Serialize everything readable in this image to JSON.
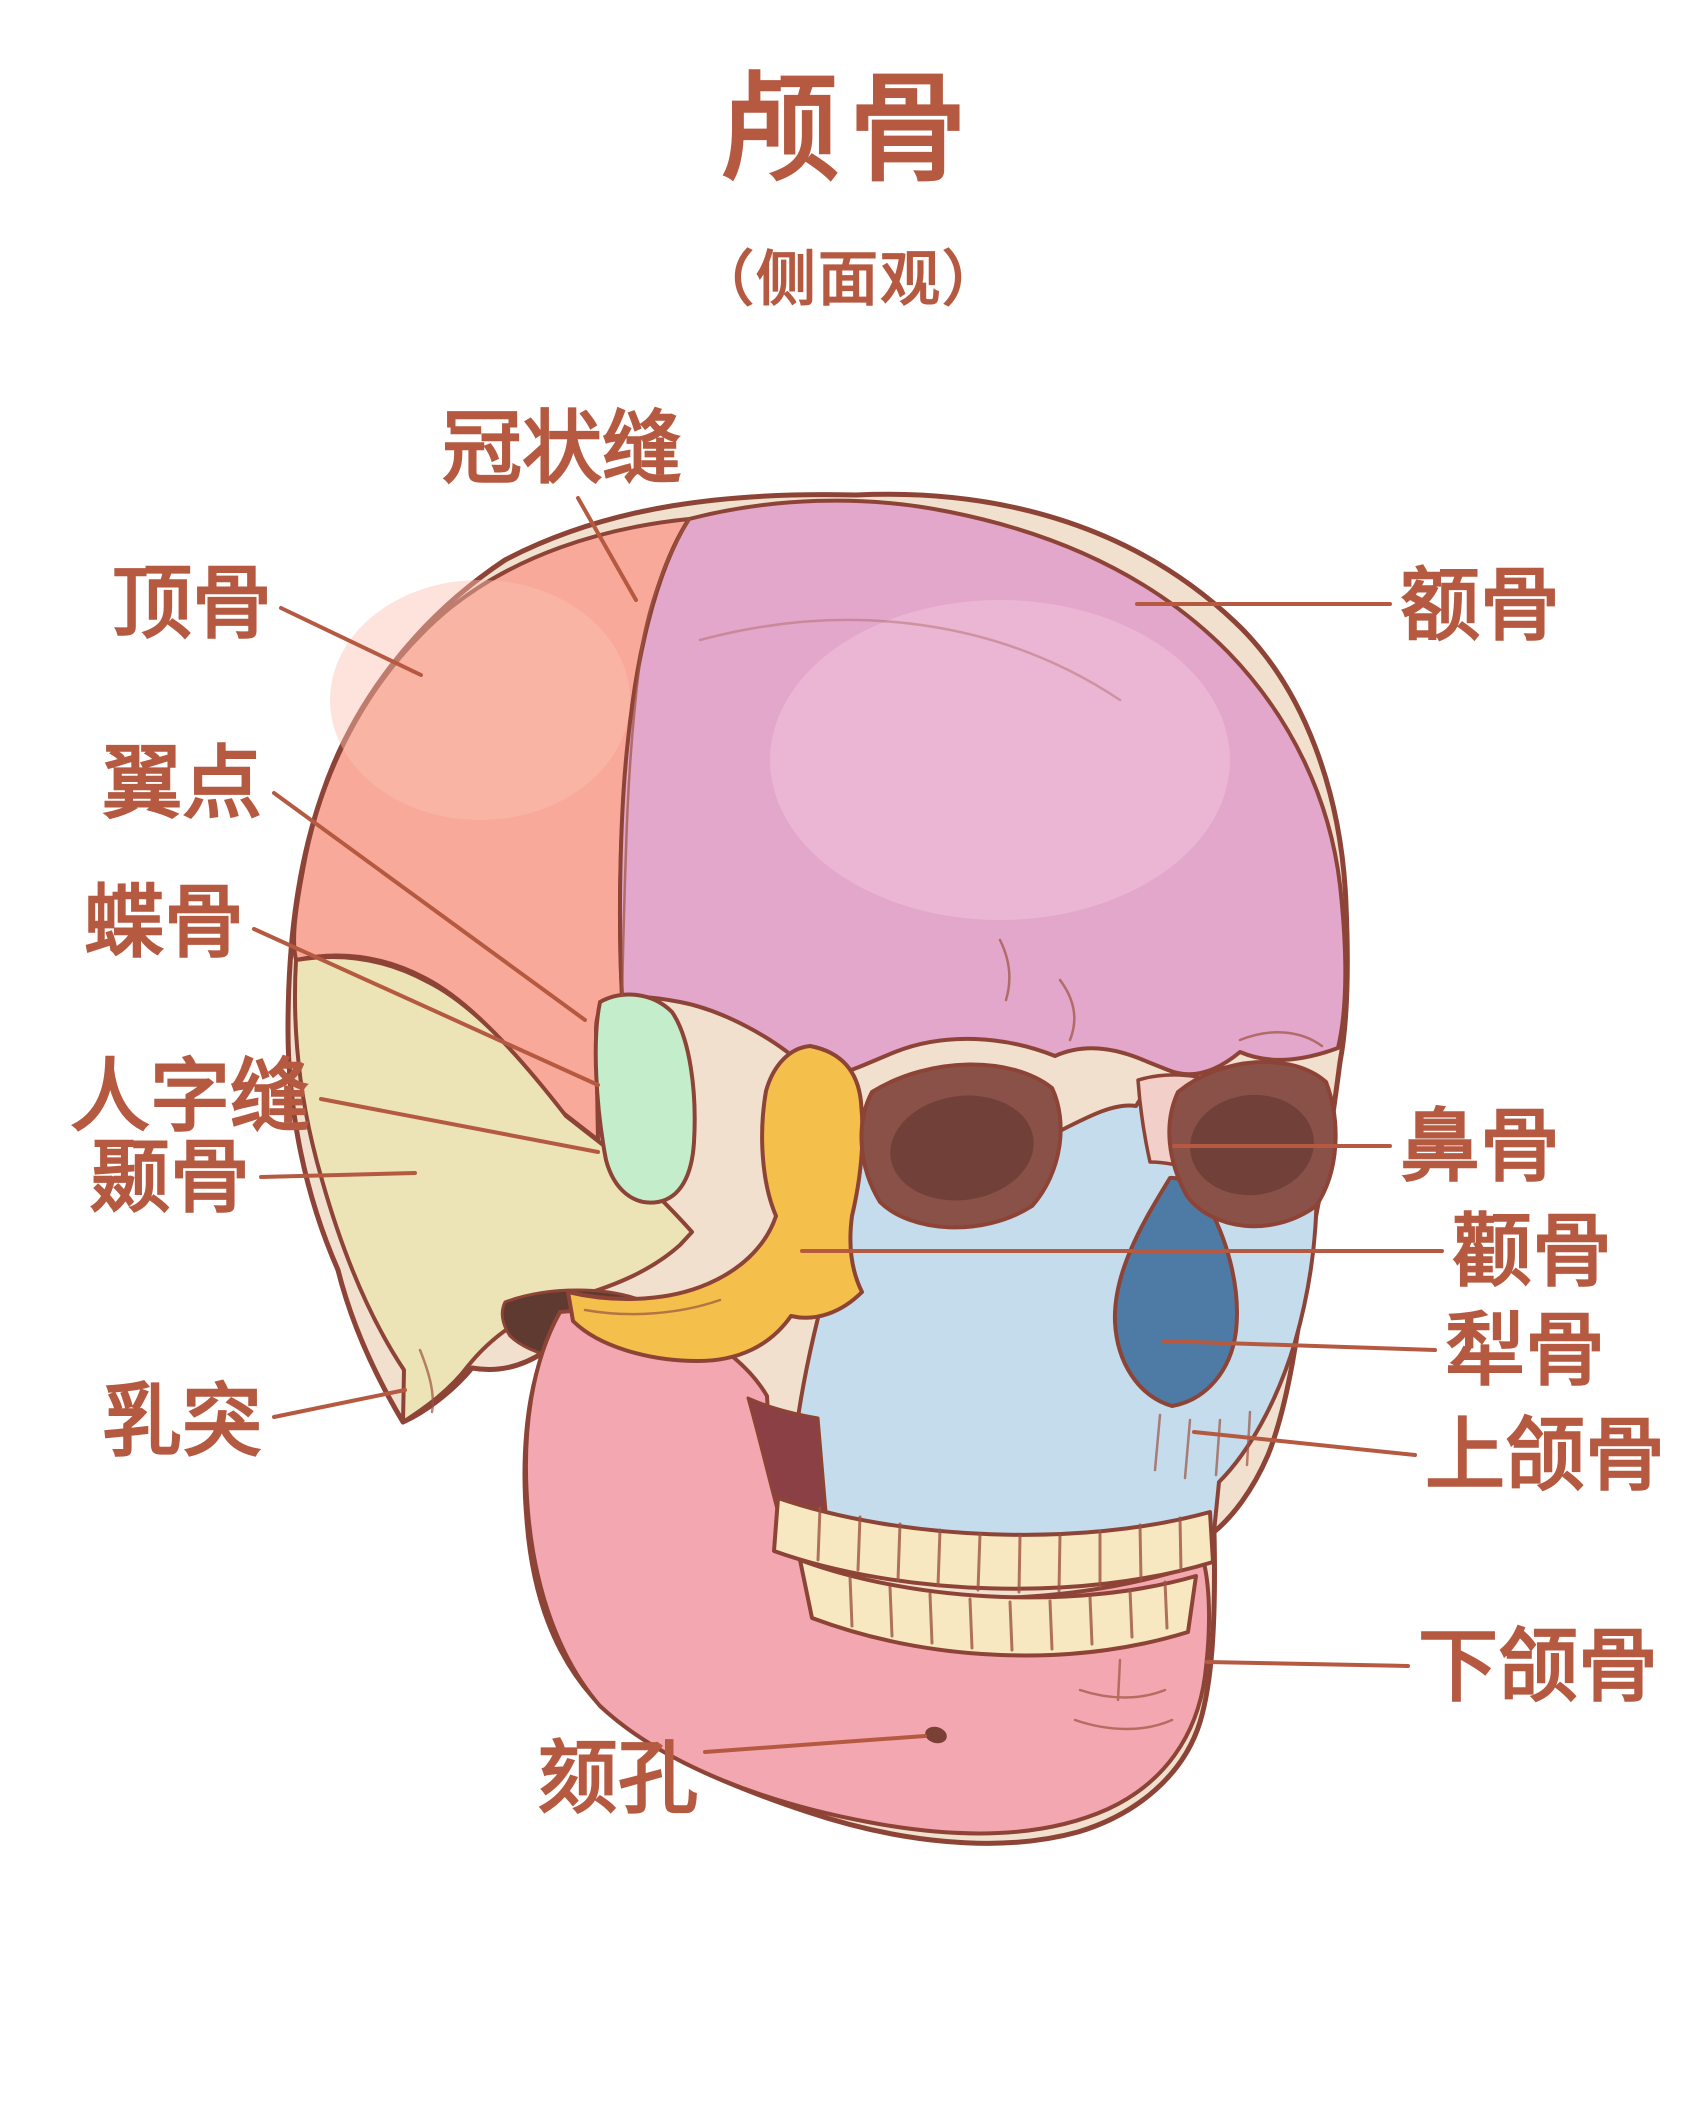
{
  "title": "颅骨",
  "subtitle": "（侧面观）",
  "colors": {
    "label": "#b55a41",
    "outline": "#8d4437",
    "base": "#f2e0cf",
    "parietal": "#f8a99a",
    "frontal": "#e2a7ca",
    "temporal": "#ece4b6",
    "sphenoid": "#c3edcb",
    "zygomatic": "#f4c04b",
    "maxilla": "#c4dcec",
    "vomer": "#4d7ba6",
    "mandible": "#f3a7b0",
    "teeth": "#f7e8c2",
    "nasal_bone": "#f2cfc8",
    "orbit": "#8a5148",
    "orbit_inner": "#714039",
    "fossa": "#5f3a30",
    "mouth": "#8a4045",
    "foramen": "#7a4035"
  },
  "labels": {
    "coronal_suture": "冠状缝",
    "parietal": "顶骨",
    "pterion": "翼点",
    "sphenoid": "蝶骨",
    "lambdoid_suture": "人字缝",
    "temporal": "颞骨",
    "mastoid": "乳突",
    "mental_foramen": "颏孔",
    "frontal": "额骨",
    "nasal": "鼻骨",
    "zygomatic": "颧骨",
    "vomer": "犁骨",
    "maxilla": "上颌骨",
    "mandible": "下颌骨"
  }
}
